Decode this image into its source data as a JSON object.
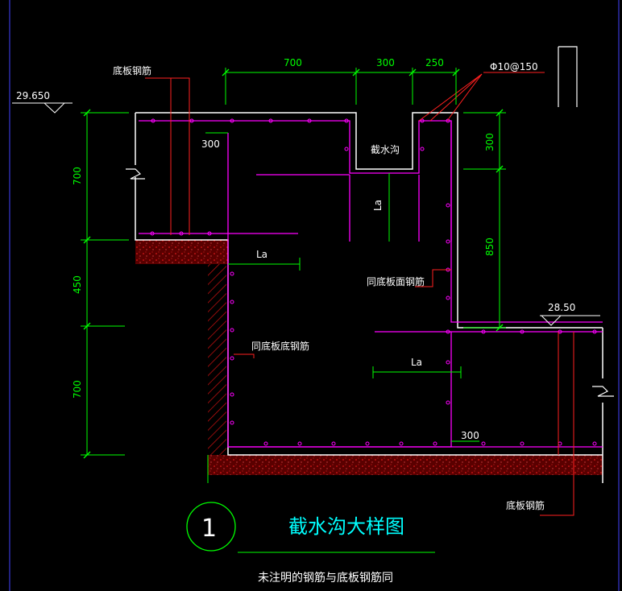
{
  "drawing": {
    "title": "截水沟大样图",
    "detail_number": "1",
    "note": "未注明的钢筋与底板钢筋同",
    "rebar_spec": "Φ10@150",
    "trench_label": "截水沟",
    "labels": {
      "bottom_rebar_top_left": "底板钢筋",
      "bottom_rebar_bottom_right": "底板钢筋",
      "same_as_slab_top": "同底板面钢筋",
      "same_as_slab_bottom": "同底板底钢筋"
    },
    "elevations": {
      "left": "29.650",
      "right": "28.50"
    },
    "anchor_labels": {
      "la_left": "La",
      "la_vertical": "La",
      "la_lower": "La"
    },
    "dims_top": [
      "700",
      "300",
      "250"
    ],
    "dims_left": [
      "700",
      "450",
      "700"
    ],
    "dims_right": [
      "300",
      "850"
    ],
    "internal_dims": {
      "upper_left": "300",
      "lower_right": "300"
    }
  },
  "colors": {
    "background": "#000000",
    "dimension": "#00ff00",
    "rebar": "#ff00ff",
    "outline": "#ffffff",
    "leader": "#ff0000",
    "title": "#00ffff",
    "concrete_fill": "#8a0000"
  }
}
